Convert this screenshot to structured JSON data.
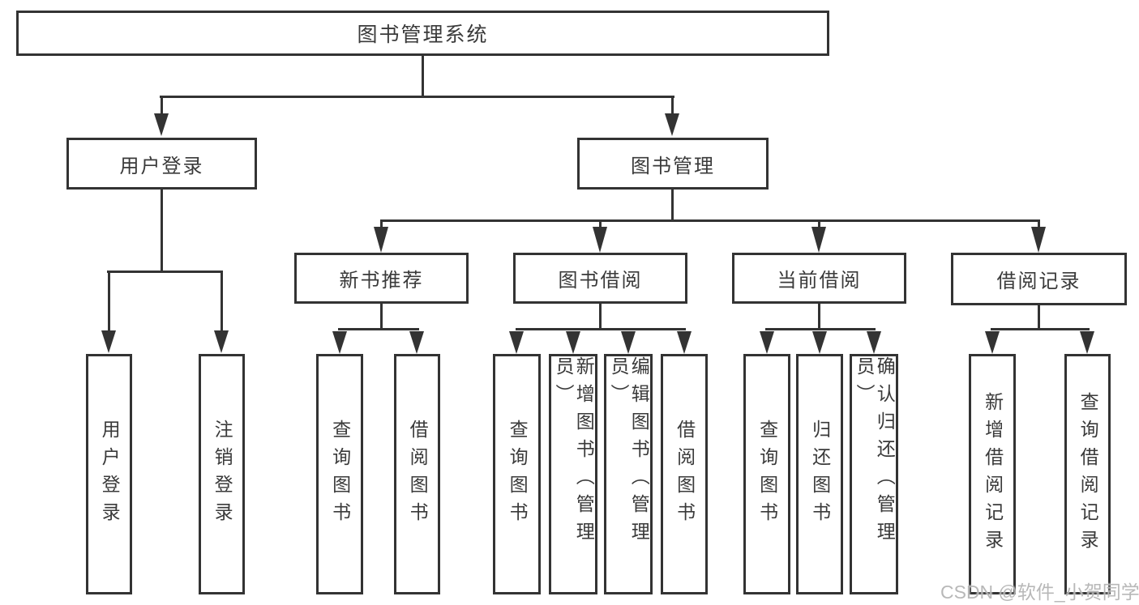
{
  "tree": {
    "root": "图书管理系统",
    "level2": [
      {
        "label": "用户登录",
        "children": [
          "用户登录",
          "注销登录"
        ]
      },
      {
        "label": "图书管理",
        "sections": [
          {
            "label": "新书推荐",
            "children": [
              "查询图书",
              "借阅图书"
            ]
          },
          {
            "label": "图书借阅",
            "children": [
              "查询图书",
              "新增图书（管理员）",
              "编辑图书（管理员）",
              "借阅图书"
            ]
          },
          {
            "label": "当前借阅",
            "children": [
              "查询图书",
              "归还图书",
              "确认归还（管理员）"
            ]
          },
          {
            "label": "借阅记录",
            "children": [
              "新增借阅记录",
              "查询借阅记录"
            ]
          }
        ]
      }
    ]
  },
  "watermark": {
    "text": "CSDN @软件_小贺同学"
  },
  "colors": {
    "line": "#333333",
    "text": "#3a3a3a",
    "watermark": "#b5b5b5",
    "background": "#ffffff"
  }
}
